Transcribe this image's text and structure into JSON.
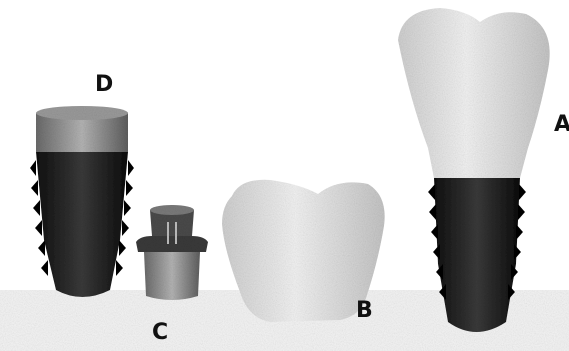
{
  "labels": {
    "a": "A",
    "b": "B",
    "c": "C",
    "d": "D"
  },
  "colors": {
    "background": "#ffffff",
    "implant_dark": "#1e1e1e",
    "implant_collar": "#8a8a8a",
    "crown": "#e6e6e6",
    "label": "#111111"
  }
}
